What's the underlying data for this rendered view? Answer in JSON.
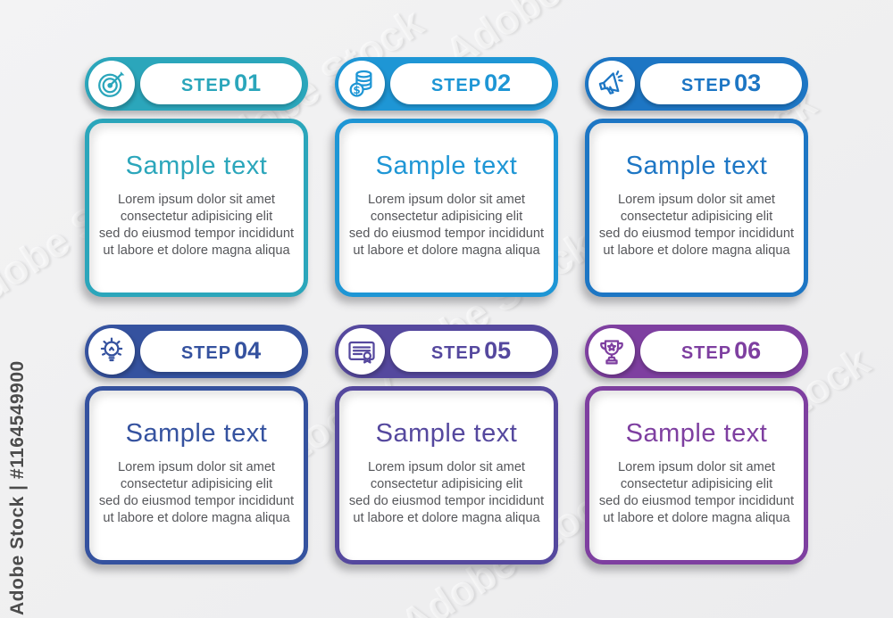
{
  "background_color": "#f0f0f1",
  "watermark": {
    "side_text": "Adobe Stock | #1164549900",
    "diagonal_text": "Adobe Stock"
  },
  "steps": [
    {
      "label": "STEP",
      "number": "01",
      "color": "#2ba6bb",
      "icon": "target-icon",
      "heading": "Sample text",
      "body_lines": [
        "Lorem ipsum dolor sit amet",
        "consectetur adipisicing elit",
        "sed do eiusmod tempor incididunt",
        "ut labore et dolore magna aliqua"
      ]
    },
    {
      "label": "STEP",
      "number": "02",
      "color": "#1e96d5",
      "icon": "coins-icon",
      "heading": "Sample text",
      "body_lines": [
        "Lorem ipsum dolor sit amet",
        "consectetur adipisicing elit",
        "sed do eiusmod tempor incididunt",
        "ut labore et dolore magna aliqua"
      ]
    },
    {
      "label": "STEP",
      "number": "03",
      "color": "#1d76c4",
      "icon": "megaphone-icon",
      "heading": "Sample text",
      "body_lines": [
        "Lorem ipsum dolor sit amet",
        "consectetur adipisicing elit",
        "sed do eiusmod tempor incididunt",
        "ut labore et dolore magna aliqua"
      ]
    },
    {
      "label": "STEP",
      "number": "04",
      "color": "#35529f",
      "icon": "lightbulb-icon",
      "heading": "Sample text",
      "body_lines": [
        "Lorem ipsum dolor sit amet",
        "consectetur adipisicing elit",
        "sed do eiusmod tempor incididunt",
        "ut labore et dolore magna aliqua"
      ]
    },
    {
      "label": "STEP",
      "number": "05",
      "color": "#55489e",
      "icon": "certificate-icon",
      "heading": "Sample text",
      "body_lines": [
        "Lorem ipsum dolor sit amet",
        "consectetur adipisicing elit",
        "sed do eiusmod tempor incididunt",
        "ut labore et dolore magna aliqua"
      ]
    },
    {
      "label": "STEP",
      "number": "06",
      "color": "#7e3fa0",
      "icon": "trophy-icon",
      "heading": "Sample text",
      "body_lines": [
        "Lorem ipsum dolor sit amet",
        "consectetur adipisicing elit",
        "sed do eiusmod tempor incididunt",
        "ut labore et dolore magna aliqua"
      ]
    }
  ]
}
